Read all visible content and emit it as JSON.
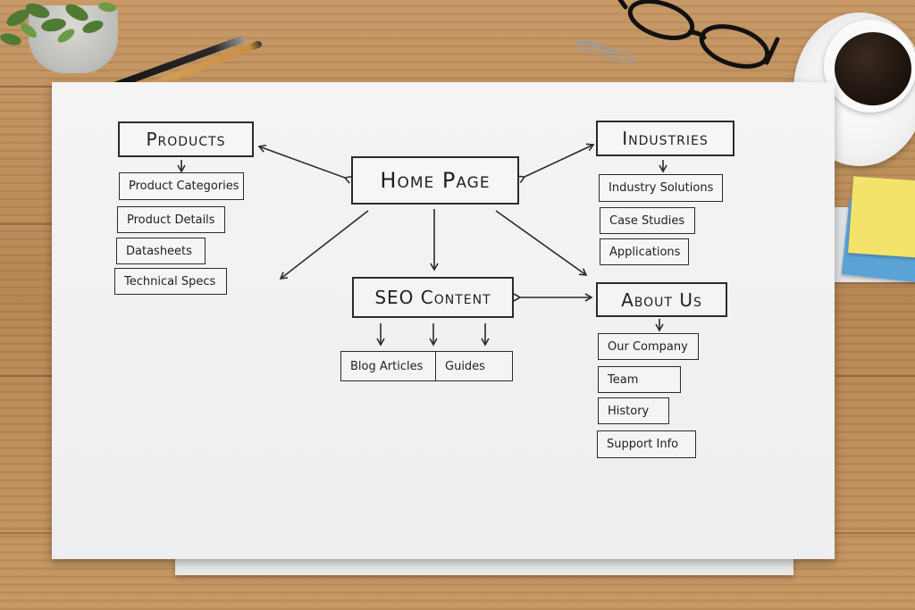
{
  "diagram": {
    "home": "Home Page",
    "products": {
      "title": "Products",
      "items": [
        "Product Categories",
        "Product Details",
        "Datasheets",
        "Technical Specs"
      ]
    },
    "industries": {
      "title": "Industries",
      "items": [
        "Industry Solutions",
        "Case Studies",
        "Applications"
      ]
    },
    "seo": {
      "title": "SEO Content",
      "items": [
        "Blog Articles",
        "Guides"
      ]
    },
    "about": {
      "title": "About Us",
      "items": [
        "Our Company",
        "Team",
        "History",
        "Support Info"
      ]
    }
  },
  "colors": {
    "ink": "#2b2b2b",
    "paper": "#f2f2f3",
    "desk": "#b98a56",
    "sticky_yellow": "#f3e36a",
    "sticky_blue": "#5aa3d6"
  },
  "props": [
    "plant-icon",
    "pen-icon",
    "pencil-icon",
    "paperclip-icon",
    "glasses-icon",
    "coffee-cup-icon",
    "sticky-notes-icon"
  ]
}
